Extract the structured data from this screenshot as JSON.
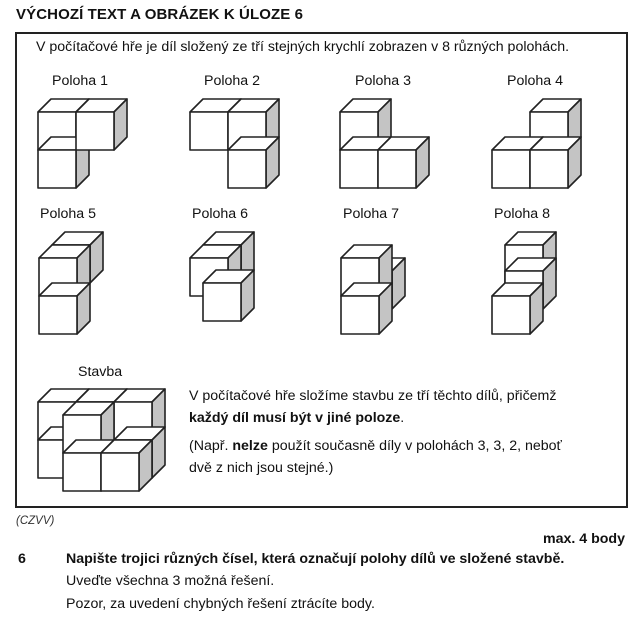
{
  "heading": "VÝCHOZÍ TEXT A OBRÁZEK K ÚLOZE 6",
  "intro": "V počítačové hře je díl složený ze tří stejných krychlí zobrazen v 8 různých polohách.",
  "positions": [
    {
      "label": "Poloha 1"
    },
    {
      "label": "Poloha 2"
    },
    {
      "label": "Poloha 3"
    },
    {
      "label": "Poloha 4"
    },
    {
      "label": "Poloha 5"
    },
    {
      "label": "Poloha 6"
    },
    {
      "label": "Poloha 7"
    },
    {
      "label": "Poloha 8"
    }
  ],
  "stavba_label": "Stavba",
  "para1": {
    "line1": "V počítačové hře složíme stavbu ze tří těchto dílů, přičemž",
    "line2_bold": "každý díl musí být v jiné poloze",
    "line2_end": "."
  },
  "para2": {
    "prefix": "(Např.",
    "bold": "nelze",
    "suffix": "použít současně díly v polohách 3, 3, 2, neboť",
    "line2": "dvě z nich jsou stejné.)"
  },
  "source": "(CZVV)",
  "max_points": "max. 4 body",
  "question": {
    "number": "6",
    "line1": "Napište trojici různých čísel, která označují polohy dílů ve složené stavbě.",
    "line2": "Uveďte všechna 3 možná řešení.",
    "line3": "Pozor, za uvedení chybných řešení ztrácíte body."
  },
  "colors": {
    "cube_side": "#c4c4c4",
    "cube_face": "#ffffff",
    "line": "#222222"
  }
}
